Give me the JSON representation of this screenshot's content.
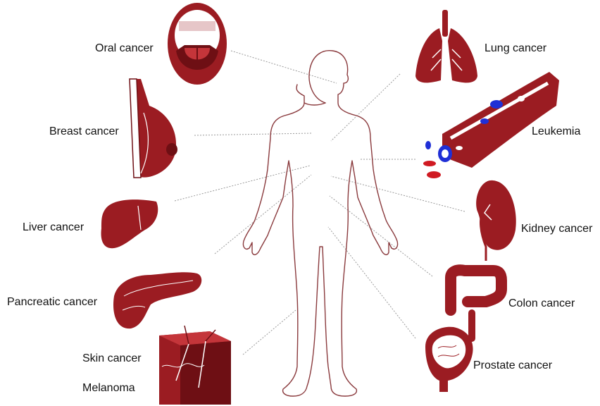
{
  "labels": {
    "oral": "Oral cancer",
    "breast": "Breast cancer",
    "liver": "Liver cancer",
    "pancreatic": "Pancreatic cancer",
    "skin": "Skin cancer",
    "melanoma": "Melanoma",
    "lung": "Lung cancer",
    "leukemia": "Leukemia",
    "kidney": "Kidney cancer",
    "colon": "Colon cancer",
    "prostate": "Prostate cancer"
  },
  "colors": {
    "organ": "#9b1c22",
    "organ_dark": "#6e0f14",
    "organ_light": "#c4353a",
    "body_outline": "#8a3a3d",
    "connector": "#9a9a9a",
    "blood_cell_blue": "#1f2fd6"
  },
  "icons": [
    "mouth-icon",
    "breast-icon",
    "liver-icon",
    "pancreas-icon",
    "skin-icon",
    "lungs-icon",
    "blood-vessel-icon",
    "kidney-icon",
    "colon-icon",
    "prostate-icon",
    "human-body-icon"
  ]
}
